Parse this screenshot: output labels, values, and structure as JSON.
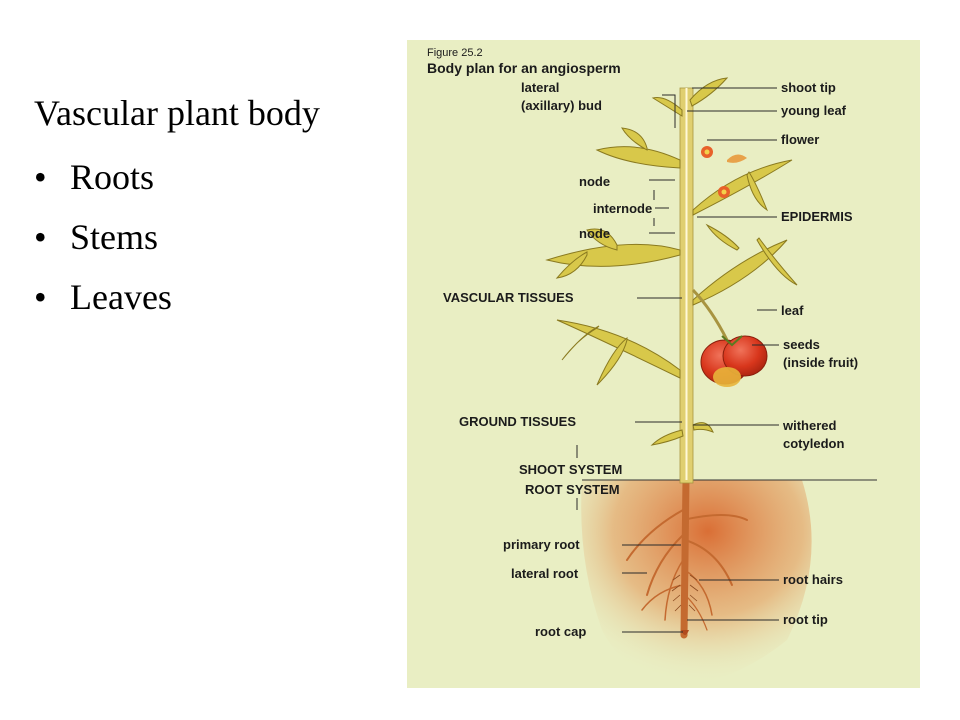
{
  "slide": {
    "title": "Vascular plant body",
    "bullets": [
      "Roots",
      "Stems",
      "Leaves"
    ]
  },
  "figure": {
    "number": "Figure 25.2",
    "title": "Body plan for an angiosperm",
    "labels_left": {
      "lateral_bud_1": "lateral",
      "lateral_bud_2": "(axillary) bud",
      "node_upper": "node",
      "internode": "internode",
      "node_lower": "node",
      "vascular_tissues": "VASCULAR TISSUES",
      "ground_tissues": "GROUND TISSUES",
      "shoot_system": "SHOOT SYSTEM",
      "root_system": "ROOT SYSTEM",
      "primary_root": "primary root",
      "lateral_root": "lateral root",
      "root_cap": "root cap"
    },
    "labels_right": {
      "shoot_tip": "shoot tip",
      "young_leaf": "young leaf",
      "flower": "flower",
      "epidermis": "EPIDERMIS",
      "leaf": "leaf",
      "seeds_1": "seeds",
      "seeds_2": "(inside fruit)",
      "withered_1": "withered",
      "withered_2": "cotyledon",
      "root_hairs": "root hairs",
      "root_tip": "root tip"
    },
    "colors": {
      "background": "#e9eec3",
      "stem": "#e0cf70",
      "leaf": "#d8c84a",
      "fruit": "#d8361c",
      "soil": "#d9682e",
      "root": "#c46a30"
    }
  }
}
